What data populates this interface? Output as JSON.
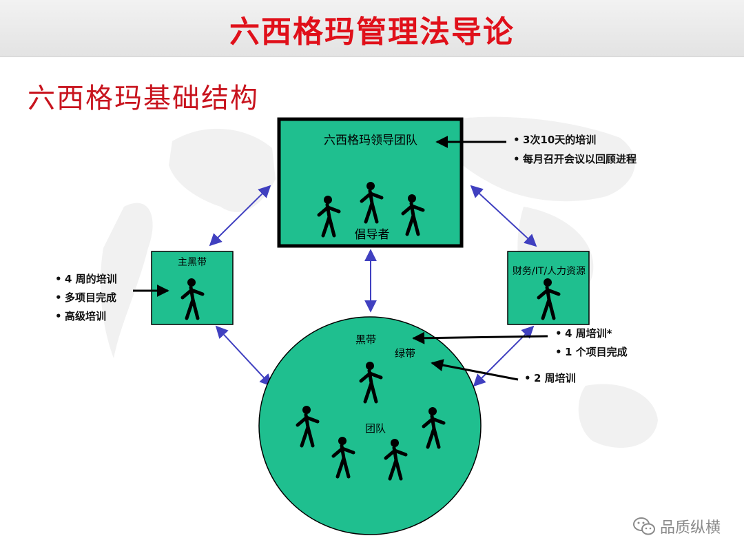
{
  "title": "六西格玛管理法导论",
  "section_title": "六西格玛基础结构",
  "nodes": {
    "leadership": {
      "title": "六西格玛领导团队",
      "sub": "倡导者"
    },
    "master": {
      "title": "主黑带"
    },
    "support": {
      "title": "财务/IT/人力资源"
    },
    "team": {
      "black_belt": "黑带",
      "green_belt": "绿带",
      "team_label": "团队"
    }
  },
  "notes": {
    "leadership": [
      "3次10天的培训",
      "每月召开会议以回顾进程"
    ],
    "master": [
      "4 周的培训",
      "多项目完成",
      "高级培训"
    ],
    "black_belt": [
      "4 周培训*",
      "1 个项目完成"
    ],
    "green_belt": [
      "2 周培训"
    ]
  },
  "watermark": "品质纵横",
  "colors": {
    "node_fill": "#1fbf8f",
    "connector": "#4040c0",
    "title_red": "#e0101a"
  },
  "icons": [
    "person-icon",
    "wechat-icon",
    "world-map-background"
  ]
}
